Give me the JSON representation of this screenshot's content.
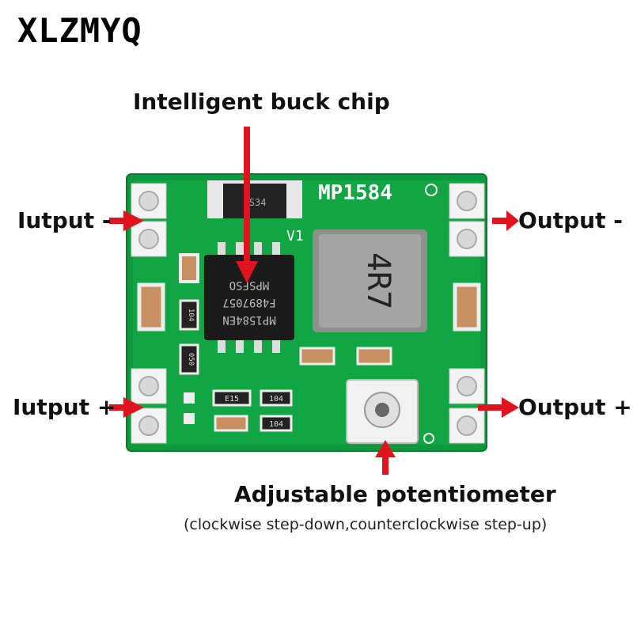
{
  "brand": "XLZMYQ",
  "labels": {
    "chip": "Intelligent buck chip",
    "input_negative": "Iutput -",
    "output_negative": "Output -",
    "input_positive": "Iutput +",
    "output_positive": "Output +",
    "potentiometer": "Adjustable potentiometer",
    "potentiometer_note": "(clockwise step-down,counterclockwise step-up)"
  },
  "board_text": {
    "model": "MP1584",
    "version": "V1",
    "diode": "SS34",
    "inductor": "4R7",
    "chip_line1": "MPSFSO",
    "chip_line2": "F4897057",
    "chip_line3": "MP1584EN",
    "res_104_a": "104",
    "res_050": "050",
    "res_e15": "E15",
    "res_104_b": "104",
    "res_104_c": "104"
  },
  "colors": {
    "pcb": "#0e9a3c",
    "arrow": "#e0141e",
    "inductor": "#9a9a9a"
  }
}
